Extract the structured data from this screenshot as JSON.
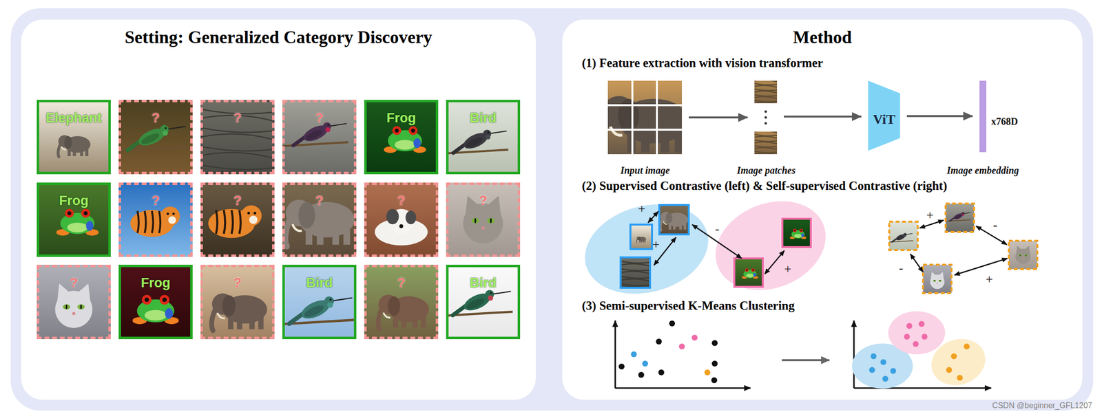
{
  "diagram": {
    "nodes": [
      {
        "text": [
          "Setting: Generalized Category Discovery"
        ]
      },
      {
        "text": [
          "Elephant"
        ],
        "in": 0
      },
      {
        "text": [
          "?"
        ],
        "in": 0
      },
      {
        "text": [
          "?"
        ],
        "in": 0
      },
      {
        "text": [
          "?"
        ],
        "in": 0
      },
      {
        "text": [
          "Frog"
        ],
        "in": 0
      },
      {
        "text": [
          "Bird"
        ],
        "in": 0
      },
      {
        "text": [
          "Frog"
        ],
        "in": 0
      },
      {
        "text": [
          "?"
        ],
        "in": 0
      },
      {
        "text": [
          "?"
        ],
        "in": 0
      },
      {
        "text": [
          "?"
        ],
        "in": 0
      },
      {
        "text": [
          "?"
        ],
        "in": 0
      },
      {
        "text": [
          "?"
        ],
        "in": 0
      },
      {
        "text": [
          "?"
        ],
        "in": 0
      },
      {
        "text": [
          "Frog"
        ],
        "in": 0
      },
      {
        "text": [
          "?"
        ],
        "in": 0
      },
      {
        "text": [
          "Bird"
        ],
        "in": 0
      },
      {
        "text": [
          "?"
        ],
        "in": 0
      },
      {
        "text": [
          "Bird"
        ],
        "in": 0
      },
      {
        "text": [
          "Method"
        ]
      },
      {
        "text": [
          "Input image"
        ],
        "in": 19
      },
      {
        "text": [
          "Image patches"
        ],
        "in": 19
      },
      {
        "text": [
          "ViT"
        ],
        "in": 19
      },
      {
        "text": [
          "x768D",
          "Image embedding"
        ],
        "in": 19
      }
    ],
    "edges": [
      {
        "from": 20,
        "to": 21,
        "arrow": "to"
      },
      {
        "from": 21,
        "to": 22,
        "arrow": "to"
      },
      {
        "from": 22,
        "to": 23,
        "arrow": "to"
      }
    ],
    "labels": [
      "(1) Feature extraction with vision transformer",
      "(2) Supervised Contrastive (left) & Self-supervised Contrastive (right)",
      "(3) Semi-supervised K-Means Clustering",
      "+",
      "+",
      "-",
      "+",
      "+",
      "-",
      "-",
      "+",
      "CSDN @beginner_GFL1207"
    ]
  }
}
